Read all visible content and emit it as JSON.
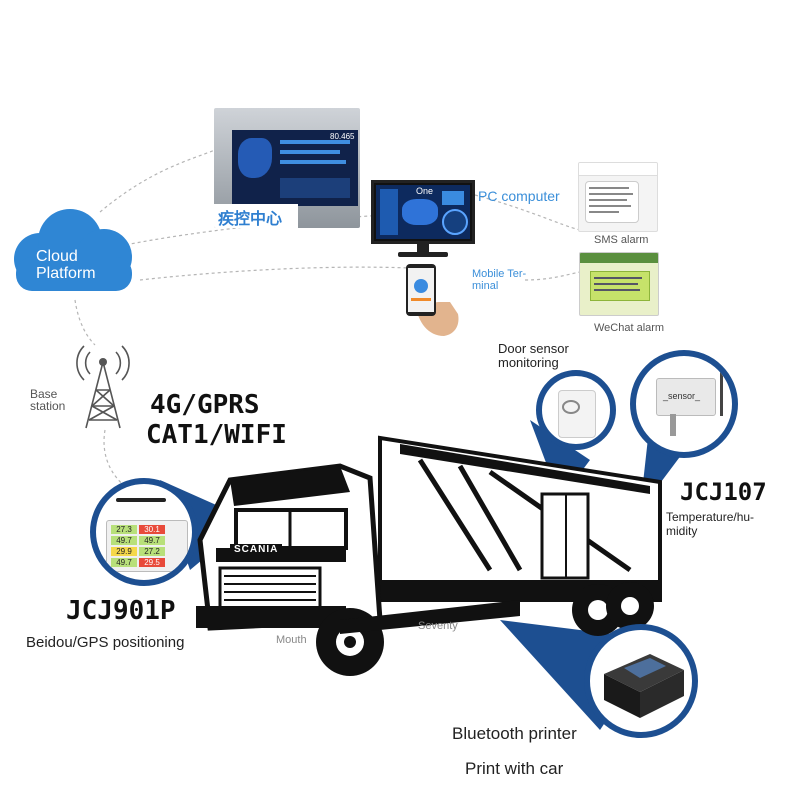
{
  "cloud": {
    "line1": "Cloud",
    "line2": "Platform"
  },
  "control_center": {
    "label": "疾控中心",
    "screen_text": "80.465"
  },
  "pc": {
    "label": "PC computer",
    "screen_text": "One"
  },
  "mobile": {
    "line1": "Mobile Ter-",
    "line2": "minal"
  },
  "sms": {
    "label": "SMS alarm"
  },
  "wechat": {
    "label": "WeChat alarm"
  },
  "base_station": {
    "line1": "Base",
    "line2": "station"
  },
  "network": {
    "line1": "4G/GPRS",
    "line2": "CAT1/WIFI"
  },
  "door_sensor": {
    "line1": "Door sensor",
    "line2": "monitoring"
  },
  "sensor_device": {
    "label": "_sensor_"
  },
  "jcj107": {
    "model": "JCJ107",
    "line1": "Temperature/hu-",
    "line2": "midity"
  },
  "jcj901p": {
    "model": "JCJ901P",
    "desc": "Beidou/GPS positioning",
    "readings": [
      "27.3",
      "30.1",
      "49.7",
      "49.7",
      "29.9",
      "27.2",
      "49.7",
      "29.5"
    ]
  },
  "truck": {
    "brand": "SCANIA",
    "mouth": "Mouth",
    "seventy": "Seventy"
  },
  "printer": {
    "label": "Bluetooth printer",
    "print_with_car": "Print with car"
  },
  "colors": {
    "accent_blue": "#3b8fd9",
    "dark_blue": "#1d4f91",
    "cloud_blue": "#2f86d4"
  }
}
